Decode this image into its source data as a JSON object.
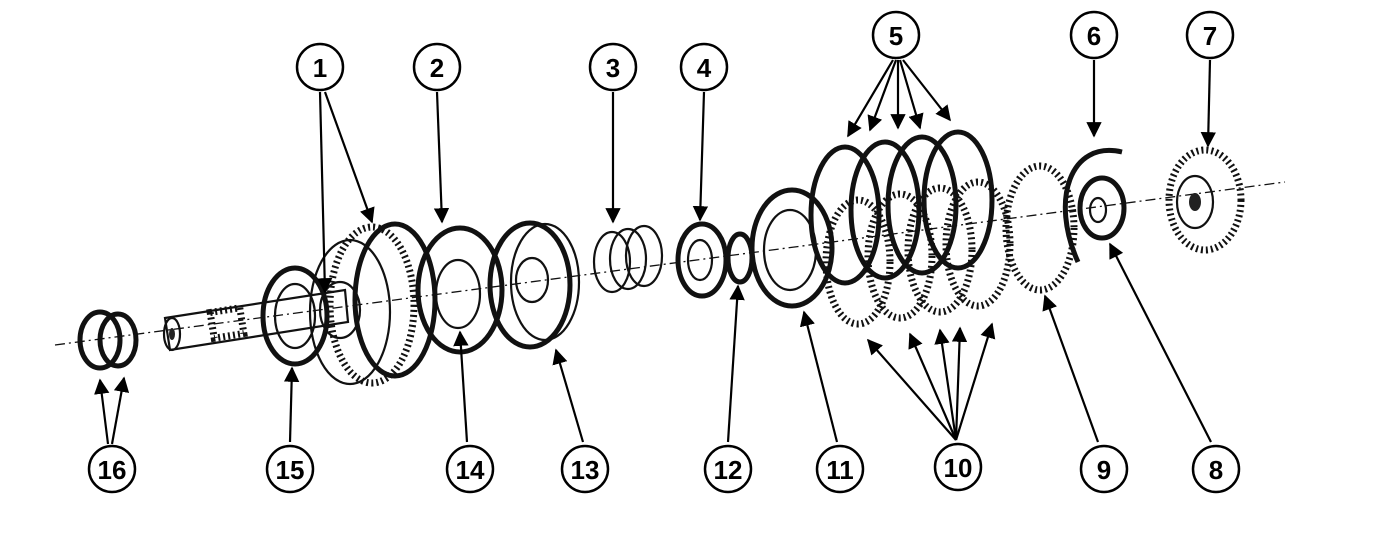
{
  "callouts": [
    {
      "label": "1"
    },
    {
      "label": "2"
    },
    {
      "label": "3"
    },
    {
      "label": "4"
    },
    {
      "label": "5"
    },
    {
      "label": "6"
    },
    {
      "label": "7"
    },
    {
      "label": "8"
    },
    {
      "label": "9"
    },
    {
      "label": "10"
    },
    {
      "label": "11"
    },
    {
      "label": "12"
    },
    {
      "label": "13"
    },
    {
      "label": "14"
    },
    {
      "label": "15"
    },
    {
      "label": "16"
    }
  ],
  "colors": {
    "ink": "#000000",
    "background": "#ffffff"
  }
}
